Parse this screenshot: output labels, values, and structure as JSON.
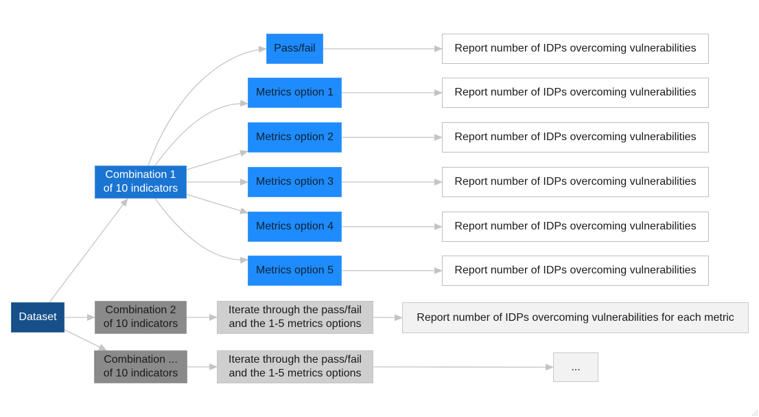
{
  "nodes": {
    "dataset": "Dataset",
    "combination_1": "Combination 1\nof 10 indicators",
    "combination_2": "Combination 2\nof 10 indicators",
    "combination_more": "Combination ...\nof 10 indicators",
    "pass_fail": "Pass/fail",
    "metrics_1": "Metrics option 1",
    "metrics_2": "Metrics option 2",
    "metrics_3": "Metrics option 3",
    "metrics_4": "Metrics option 4",
    "metrics_5": "Metrics option 5",
    "iterate_2": "Iterate through the pass/fail\nand the 1-5 metrics options",
    "iterate_more": "Iterate through the pass/fail\nand the 1-5 metrics options",
    "report_pass_fail": "Report number of IDPs overcoming vulnerabilities",
    "report_1": "Report number of IDPs overcoming vulnerabilities",
    "report_2": "Report number of IDPs overcoming vulnerabilities",
    "report_3": "Report number of IDPs overcoming vulnerabilities",
    "report_4": "Report number of IDPs overcoming vulnerabilities",
    "report_5": "Report number of IDPs overcoming vulnerabilities",
    "report_each": "Report number of IDPs overcoming vulnerabilities for each metric",
    "ellipsis": "..."
  },
  "edges": [
    [
      "dataset",
      "combination_1"
    ],
    [
      "dataset",
      "combination_2"
    ],
    [
      "dataset",
      "combination_more"
    ],
    [
      "combination_1",
      "pass_fail"
    ],
    [
      "combination_1",
      "metrics_1"
    ],
    [
      "combination_1",
      "metrics_2"
    ],
    [
      "combination_1",
      "metrics_3"
    ],
    [
      "combination_1",
      "metrics_4"
    ],
    [
      "combination_1",
      "metrics_5"
    ],
    [
      "combination_2",
      "iterate_2"
    ],
    [
      "combination_more",
      "iterate_more"
    ],
    [
      "pass_fail",
      "report_pass_fail"
    ],
    [
      "metrics_1",
      "report_1"
    ],
    [
      "metrics_2",
      "report_2"
    ],
    [
      "metrics_3",
      "report_3"
    ],
    [
      "metrics_4",
      "report_4"
    ],
    [
      "metrics_5",
      "report_5"
    ],
    [
      "iterate_2",
      "report_each"
    ],
    [
      "iterate_more",
      "ellipsis"
    ]
  ],
  "colors": {
    "edge": "#c4c4c4",
    "dataset": "#164f8a",
    "combination_1": "#1a74d2",
    "options": "#1e8cff",
    "combination_other": "#8a8a8a",
    "iterate": "#cfcfcf"
  }
}
